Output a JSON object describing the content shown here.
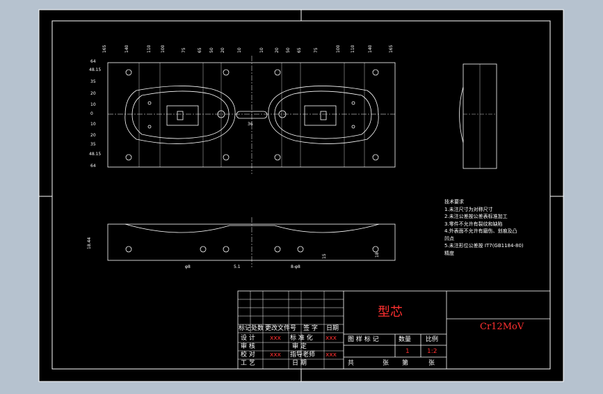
{
  "drawing": {
    "part_name": "型芯",
    "material": "Cr12MoV"
  },
  "tech_notes": {
    "title": "技术要求",
    "items": [
      "1.未注尺寸为对称尺寸",
      "2.未注公差按公差表标准加工",
      "3.零件不允许有裂纹和缺陷",
      "4.外表面不允许有磨伤、划痕及凸",
      "  凹点",
      "5.未注形位公差按 IT7(GB1184-80)",
      "  精度"
    ]
  },
  "title_block": {
    "revision_headers": [
      "标记",
      "处数",
      "更改文件号",
      "签 字",
      "日期"
    ],
    "rows": {
      "design": "设 计",
      "standard": "标 准 化",
      "check": "审 核",
      "review": "审 定",
      "proofread": "校 对",
      "chief": "指导老师",
      "process": "工 艺",
      "date": "日 期"
    },
    "red_marks": "xxx",
    "grid_headers": [
      "图 样 标 记",
      "数量",
      "比例"
    ],
    "quantity": "1",
    "scale": "1:2",
    "sheet": {
      "total": "共",
      "zhang1": "张",
      "no": "第",
      "zhang2": "张"
    }
  },
  "dimensions": {
    "top_row": [
      "165",
      "140",
      "110",
      "100",
      "75",
      "65",
      "50",
      "20",
      "10",
      "10",
      "20",
      "50",
      "65",
      "75",
      "100",
      "110",
      "140",
      "165"
    ],
    "left_col": [
      "48.15",
      "35",
      "20",
      "10",
      "0",
      "10",
      "20",
      "35",
      "48.15"
    ],
    "left_extra": [
      "64",
      "64"
    ],
    "center_width": "36",
    "front_height": "18.44",
    "front_right": [
      "15",
      "18"
    ],
    "front_bottom": [
      "φ8",
      "5.1",
      "8-φ8"
    ]
  },
  "colors": {
    "background": "#b6c2cf",
    "paper": "#000000",
    "line": "#ffffff",
    "accent": "#ff3030"
  }
}
